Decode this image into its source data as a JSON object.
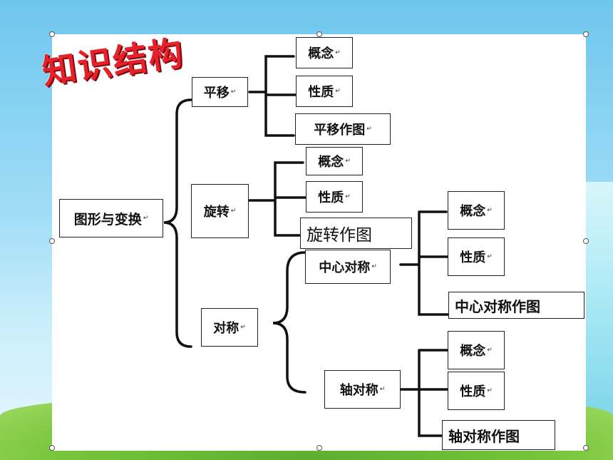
{
  "title": "知识结构",
  "para_mark": "↵",
  "root": "图形与变换",
  "translation": {
    "label": "平移",
    "concept": "概念",
    "property": "性质",
    "drawing": "平移作图"
  },
  "rotation": {
    "label": "旋转",
    "concept": "概念",
    "property": "性质",
    "drawing": "旋转作图"
  },
  "symmetry": {
    "label": "对称",
    "central": {
      "label": "中心对称",
      "concept": "概念",
      "property": "性质",
      "drawing": "中心对称作图"
    },
    "axial": {
      "label": "轴对称",
      "concept": "概念",
      "property": "性质",
      "drawing": "轴对称作图"
    }
  }
}
